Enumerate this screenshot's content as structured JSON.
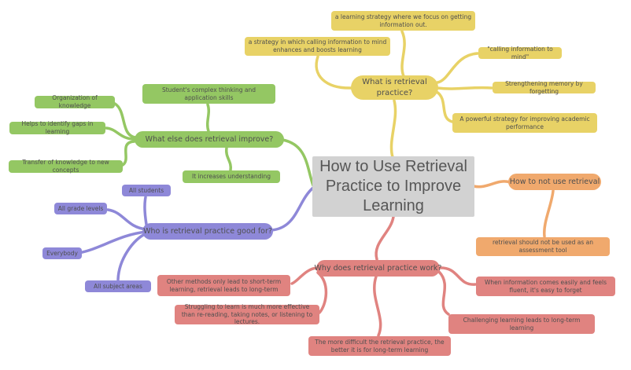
{
  "center": {
    "text": "How to Use Retrieval Practice to Improve Learning",
    "bg_color": "#d2d2d2",
    "text_color": "#575757"
  },
  "branches": [
    {
      "name": "what-is-retrieval-practice",
      "color": "#e8d266",
      "topic": "What is retrieval practice?",
      "leaves": [
        "a learning strategy where we focus on getting information out.",
        "a strategy in which calling information to mind enhances and boosts learning",
        "\"calling information to mind\"",
        "Strengthening memory by forgetting",
        "A powerful strategy for improving academic performance"
      ]
    },
    {
      "name": "what-else-does-retrieval-improve",
      "color": "#94c763",
      "topic": "What else does retrieval improve?",
      "leaves": [
        "Student's complex thinking and application skills",
        "Organization of knowledge",
        "Helps to identify gaps in learning",
        "Transfer of knowledge to new concepts",
        "It increases understanding"
      ]
    },
    {
      "name": "who-is-retrieval-practice-good-for",
      "color": "#8e88d8",
      "topic": "Who is retrieval practice good for?",
      "leaves": [
        "All students",
        "All grade levels",
        "Everybody",
        "All subject areas"
      ]
    },
    {
      "name": "how-to-not-use-retrieval",
      "color": "#f0a96d",
      "topic": "How to not use retrieval",
      "leaves": [
        "retrieval should not be used as an assessment tool"
      ]
    },
    {
      "name": "why-does-retrieval-practice-work",
      "color": "#e08380",
      "topic": "Why does retrieval practice work?",
      "leaves": [
        "Other methods only lead to short-term learning, retrieval leads to long-term",
        "Struggling to learn is much more effective than re-reading, taking notes, or listening to lectures.",
        "The more difficult the retrieval practice, the better it is for long-term learning",
        "When information comes easily and feels fluent, it's easy to forget",
        "Challenging learning leads to long-term learning"
      ]
    }
  ]
}
